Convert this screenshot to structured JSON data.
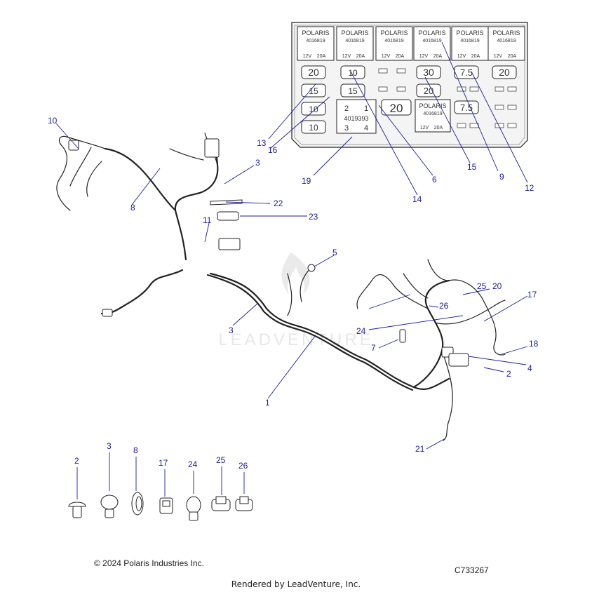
{
  "callouts": {
    "c1": "1",
    "c2a": "2",
    "c3a": "3",
    "c3b": "3",
    "c4": "4",
    "c5": "5",
    "c6": "6",
    "c7": "7",
    "c8": "8",
    "c9": "9",
    "c10": "10",
    "c11": "11",
    "c12": "12",
    "c13": "13",
    "c14": "14",
    "c15": "15",
    "c16": "16",
    "c17": "17",
    "c18": "18",
    "c19": "19",
    "c20": "20",
    "c21": "21",
    "c22": "22",
    "c23": "23",
    "c24": "24",
    "c25": "25",
    "c26": "26",
    "c2b": "2"
  },
  "legend": {
    "l2": "2",
    "l3": "3",
    "l8": "8",
    "l17": "17",
    "l24": "24",
    "l25": "25",
    "l26": "26"
  },
  "fusebox": {
    "relay_brand": "POLARIS",
    "relay_part": "4016819",
    "relay_rating_v": "12V",
    "relay_rating_a": "20A",
    "fuses": {
      "f20a": "20",
      "f15a": "15",
      "f10a": "10",
      "f10b": "10",
      "f10c": "10",
      "f15b": "15",
      "f30": "30",
      "f20b": "20",
      "f75a": "7.5",
      "f20c": "20",
      "f20d": "20",
      "f75b": "7.5"
    },
    "module": {
      "n2": "2",
      "n1": "1",
      "part": "4019393",
      "n3": "3",
      "n4": "4"
    }
  },
  "watermark": "LEADVENTURE",
  "footer": {
    "copyright": "© 2024 Polaris Industries Inc.",
    "code": "C733267",
    "rendered": "Rendered by LeadVenture, Inc."
  }
}
